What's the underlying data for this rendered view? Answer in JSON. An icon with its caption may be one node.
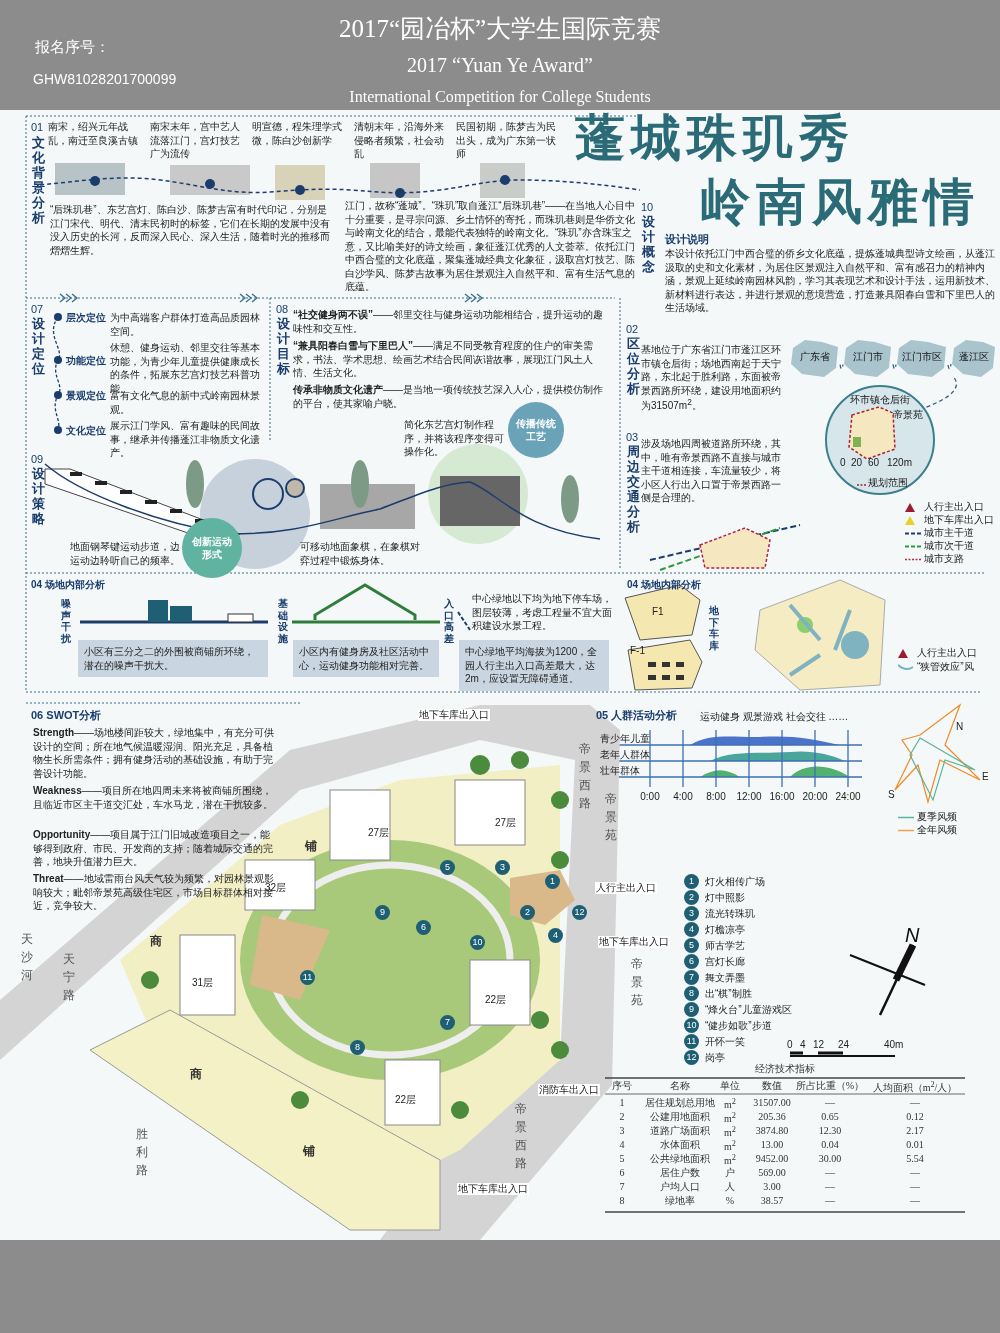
{
  "diagram": {
    "title": "2017“园冶杯”大学生国际竞赛",
    "nodes": [
      {
        "text": [
          "广东省"
        ]
      },
      {
        "text": [
          "江门市"
        ]
      },
      {
        "text": [
          "江门市区"
        ]
      },
      {
        "text": [
          "蓬江区"
        ]
      },
      {
        "text": [
          "环市镇仓后街"
        ]
      },
      {
        "text": [
          "创新运动形式"
        ]
      },
      {
        "text": [
          "传播传统工艺"
        ]
      }
    ],
    "edges": [
      {
        "from": 0,
        "to": 1,
        "arrow": "none",
        "style": "dashed"
      },
      {
        "from": 1,
        "to": 2,
        "arrow": "none",
        "style": "dashed"
      },
      {
        "from": 2,
        "to": 3,
        "arrow": "none",
        "style": "dashed"
      },
      {
        "from": 3,
        "to": 4,
        "arrow": "none",
        "style": "dashed"
      }
    ],
    "labels": [
      "报名序号：",
      "GHW81028201700099",
      "2017 “Yuan Ye Award”",
      "International Competition for College Students",
      "01",
      "文化背景分析",
      "南宋，绍兴元年战乱，南迁至良溪古镇",
      "南宋末年，宫中艺人流落江门，宫灯技艺广为流传",
      "明宣德，程朱理学式微，陈白沙创新学",
      "清朝末年，沿海外来侵略者频繁，社会动乱",
      "民国初期，陈梦吉为民出头，成为广东第一状师",
      "“后珠玑巷”、东艺宫灯、陈白沙、陈梦吉富有时代印记，分别是江门宋代、明代、清末民初时的标签，它们在长期的发展中没有没入历史的长河，反而深入民心、深入生活，随着时光的推移而熠熠生辉。",
      "10",
      "设计概念",
      "江门，故称“蓬城”。“珠玑”取自蓬江“后珠玑巷”——在当地人心目中十分重要，是寻宗问源、乡土情怀的寄托，而珠玑巷则是华侨文化与岭南文化的结合，最能代表独特的岭南文化。“珠玑”亦含珠宝之意，又比喻美好的诗文绘画，象征蓬江优秀的人文荟萃。依托江门中西合璧的文化底蕴，聚集蓬城经典文化象征，汲取宫灯技艺、陈白沙学风、陈梦吉故事为居住景观注入自然平和、富有生活气息的底蕴。",
      "蓬城珠玑秀",
      "岭南风雅情",
      "设计说明",
      "本设计依托江门中西合璧的侨乡文化底蕴，提炼蓬城典型诗文绘画，从蓬江汲取的史和文化素材，为居住区景观注入自然平和、富有感召力的精神内涵，景观上延续岭南园林风韵，学习其表现艺术和设计手法，运用新技术、新材料进行表达，并进行景观的意境营造，打造兼具阳春白雪和下里巴人的生活场域。",
      "02",
      "区位分析",
      "基地位于广东省江门市蓬江区环市镇仓后街；场地西南起于天宁路，东北起于胜利路，东面被帝景西路所环绕，建设用地面积约为31507m$^{2}$。",
      "帝景苑",
      "0",
      "20",
      "60",
      "120m",
      "规划范围",
      "03",
      "周边交通分析",
      "涉及场地四周被道路所环绕，其中，唯有帝景西路不直接与城市主干道相连接，车流量较少，将小区人行出入口置于帝景西路一侧是合理的。",
      "07",
      "设计定位",
      "层次定位",
      "为中高端客户群体打造高品质园林空间。",
      "功能定位",
      "休憩、健身运动、邻里交往等基本功能，为青少年儿童提供健康成长的条件，拓展东艺宫灯技艺科普功能。",
      "景观定位",
      "富有文化气息的新中式岭南园林景观。",
      "文化定位",
      "展示江门学风、富有趣味的民间故事，继承并传播蓬江非物质文化遗产。",
      "08",
      "设计目标",
      "**“社交健身两不误”**——邻里交往与健身运动功能相结合，提升运动的趣味性和交互性。",
      "**“兼具阳春白雪与下里巴人”**——满足不同受教育程度的住户的审美需求，书法、学术思想、绘画艺术结合民间诙谐故事，展现江门风土人情、生活文化。",
      "**传承非物质文化遗产**——是当地一项传统技艺深入人心，提供模仿制作的平台，使其家喻户晓。",
      "09",
      "设计策略",
      "地面钢琴键运动步道，边运动边聆听自己的频率。",
      "可移动地面象棋，在象棋对弈过程中锻炼身体。",
      "简化东艺宫灯制作程序，并将该程序变得可操作化。",
      "04 场地内部分析",
      "噪声干扰",
      "基础设施",
      "入口高差",
      "小区有三分之二的外围被商铺所环绕，潜在的噪声干扰大。",
      "小区内有健身房及社区活动中心，运动健身功能相对完善。",
      "中心绿地平均海拔为1200，全园人行主出入口高差最大，达2m，应设置无障碍通道。",
      "中心绿地以下均为地下停车场，图层较薄，考虑工程量不宜大面积建设水景工程。",
      "04 场地内部分析",
      "F1",
      "F-1",
      "地下车库",
      "06 SWOT分析",
      "**Strength**——场地楼间距较大，绿地集中，有充分可供设计的空间；所在地气候温暖湿润、阳光充足，具备植物生长所需条件；拥有健身活动的基础设施，有助于完善设计功能。",
      "**Weakness**——项目所在地四周未来将被商铺所围绕，且临近市区主干道交汇处，车水马龙，潜在干扰较多。",
      "**Opportunity**——项目属于江门旧城改造项目之一，能够得到政府、市民、开发商的支持；随着城际交通的完善，地块升值潜力巨大。",
      "**Threat**——地域雷雨台风天气较为频繁，对园林景观影响较大；毗邻帝景苑高级住宅区，市场目标群体相对接近，竞争较大。",
      "05 人群活动分析",
      "运动健身  观景游戏  社会交往  ……",
      "青少年儿童",
      "老年人群体",
      "壮年群体",
      "0:00",
      "4:00",
      "8:00",
      "12:00",
      "16:00",
      "20:00",
      "24:00",
      "N",
      "E",
      "S",
      "地下车库出入口",
      "帝景西路",
      "27层",
      "27层",
      "32层",
      "31层",
      "22层",
      "22层",
      "铺",
      "商",
      "商",
      "铺",
      "天沙河",
      "天宁路",
      "胜利路",
      "帝景苑",
      "帝景苑",
      "帝景西路",
      "人行主出入口",
      "地下车库出入口",
      "消防车出入口",
      "地下车库出入口",
      "1",
      "2",
      "3",
      "4",
      "5",
      "6",
      "7",
      "8",
      "9",
      "10",
      "11",
      "12",
      "1",
      "灯火相传广场",
      "2",
      "灯中照影",
      "3",
      "流光转珠玑",
      "4",
      "灯檐凉亭",
      "5",
      "师古学艺",
      "6",
      "宫灯长廊",
      "7",
      "舞文弄墨",
      "8",
      "出“棋”制胜",
      "9",
      "“烽火台”儿童游戏区",
      "10",
      "“健步如歌”步道",
      "11",
      "开怀一笑",
      "12",
      "岗亭",
      "0",
      "4",
      "12",
      "24",
      "40m",
      "N",
      "经济技术指标",
      "序号",
      "名称",
      "单位",
      "数值",
      "所占比重（%）",
      "人均面积（m$^{2}$/人）",
      "1",
      "居住规划总用地",
      "m$^{2}$",
      "31507.00",
      "—",
      "—",
      "2",
      "公建用地面积",
      "m$^{2}$",
      "205.36",
      "0.65",
      "0.12",
      "3",
      "道路广场面积",
      "m$^{2}$",
      "3874.80",
      "12.30",
      "2.17",
      "4",
      "水体面积",
      "m$^{2}$",
      "13.00",
      "0.04",
      "0.01",
      "5",
      "公共绿地面积",
      "m$^{2}$",
      "9452.00",
      "30.00",
      "5.54",
      "6",
      "居住户数",
      "户",
      "569.00",
      "—",
      "—",
      "7",
      "户均人口",
      "人",
      "3.00",
      "—",
      "—",
      "8",
      "绿地率",
      "%",
      "38.57",
      "—",
      "—"
    ],
    "legend": [
      {
        "text": "人行主出入口"
      },
      {
        "text": "地下车库出入口"
      },
      {
        "text": "城市主干道"
      },
      {
        "text": "城市次干道"
      },
      {
        "text": "城市支路"
      },
      {
        "text": "人行主出入口"
      },
      {
        "text": "“狭管效应”风"
      },
      {
        "text": "夏季风频"
      },
      {
        "text": "全年风频"
      }
    ]
  }
}
